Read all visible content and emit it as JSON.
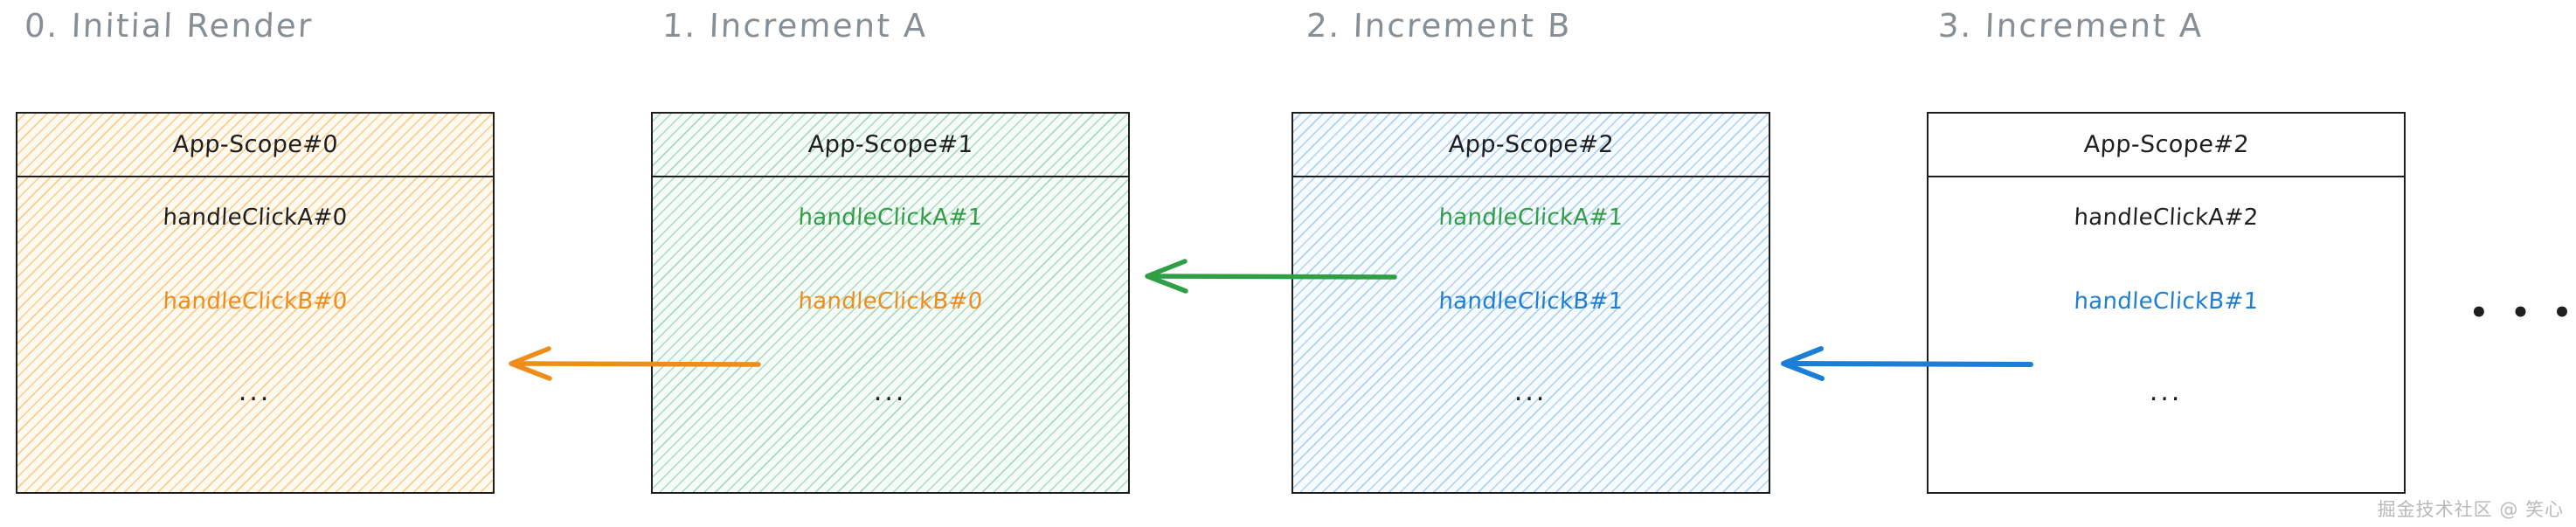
{
  "diagram": {
    "title_colors": {
      "heading": "#868e96",
      "black": "#1e1e1e",
      "orange": "#f08c1a",
      "green": "#2f9e44",
      "blue": "#1c7ed6"
    },
    "columns": [
      {
        "heading": "0. Initial Render",
        "scope_title": "App-Scope#0",
        "fill": "orange",
        "entries": [
          {
            "text": "handleClickA#0",
            "color": "black"
          },
          {
            "text": "handleClickB#0",
            "color": "orange"
          },
          {
            "text": "...",
            "color": "black"
          }
        ]
      },
      {
        "heading": "1. Increment A",
        "scope_title": "App-Scope#1",
        "fill": "green",
        "entries": [
          {
            "text": "handleClickA#1",
            "color": "green"
          },
          {
            "text": "handleClickB#0",
            "color": "orange"
          },
          {
            "text": "...",
            "color": "black"
          }
        ]
      },
      {
        "heading": "2. Increment B",
        "scope_title": "App-Scope#2",
        "fill": "blue",
        "entries": [
          {
            "text": "handleClickA#1",
            "color": "green"
          },
          {
            "text": "handleClickB#1",
            "color": "blue"
          },
          {
            "text": "...",
            "color": "black"
          }
        ]
      },
      {
        "heading": "3. Increment A",
        "scope_title": "App-Scope#2",
        "fill": "none",
        "entries": [
          {
            "text": "handleClickA#2",
            "color": "black"
          },
          {
            "text": "handleClickB#1",
            "color": "blue"
          },
          {
            "text": "...",
            "color": "black"
          }
        ]
      }
    ],
    "arrows": [
      {
        "name": "arrow-b0-reuse",
        "color": "#f08c1a",
        "direction": "left"
      },
      {
        "name": "arrow-a1-reuse",
        "color": "#2f9e44",
        "direction": "left"
      },
      {
        "name": "arrow-b1-reuse",
        "color": "#1c7ed6",
        "direction": "left"
      }
    ],
    "trailing_ellipsis": "• • •",
    "watermark": "掘金技术社区 @ 笑心"
  }
}
